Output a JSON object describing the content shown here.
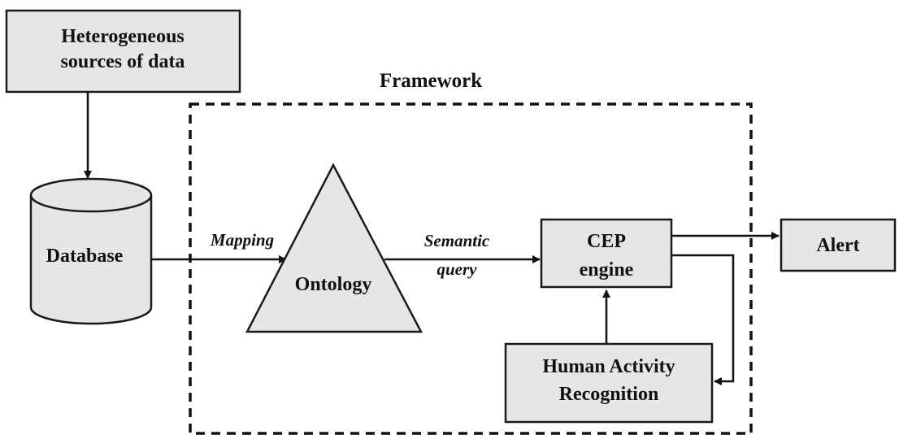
{
  "diagram": {
    "nodes": {
      "sources": {
        "lines": [
          "Heterogeneous",
          "sources of data"
        ]
      },
      "database": {
        "label": "Database"
      },
      "framework": {
        "label": "Framework"
      },
      "ontology": {
        "label": "Ontology"
      },
      "cep": {
        "lines": [
          "CEP",
          "engine"
        ]
      },
      "har": {
        "lines": [
          "Human Activity",
          "Recognition"
        ]
      },
      "alert": {
        "label": "Alert"
      }
    },
    "edges": {
      "mapping": {
        "label": "Mapping"
      },
      "semantic_query": {
        "lines": [
          "Semantic",
          "query"
        ]
      }
    },
    "colors": {
      "box_fill": "#e6e6e6",
      "stroke": "#1a1a1a",
      "text": "#111111"
    }
  }
}
